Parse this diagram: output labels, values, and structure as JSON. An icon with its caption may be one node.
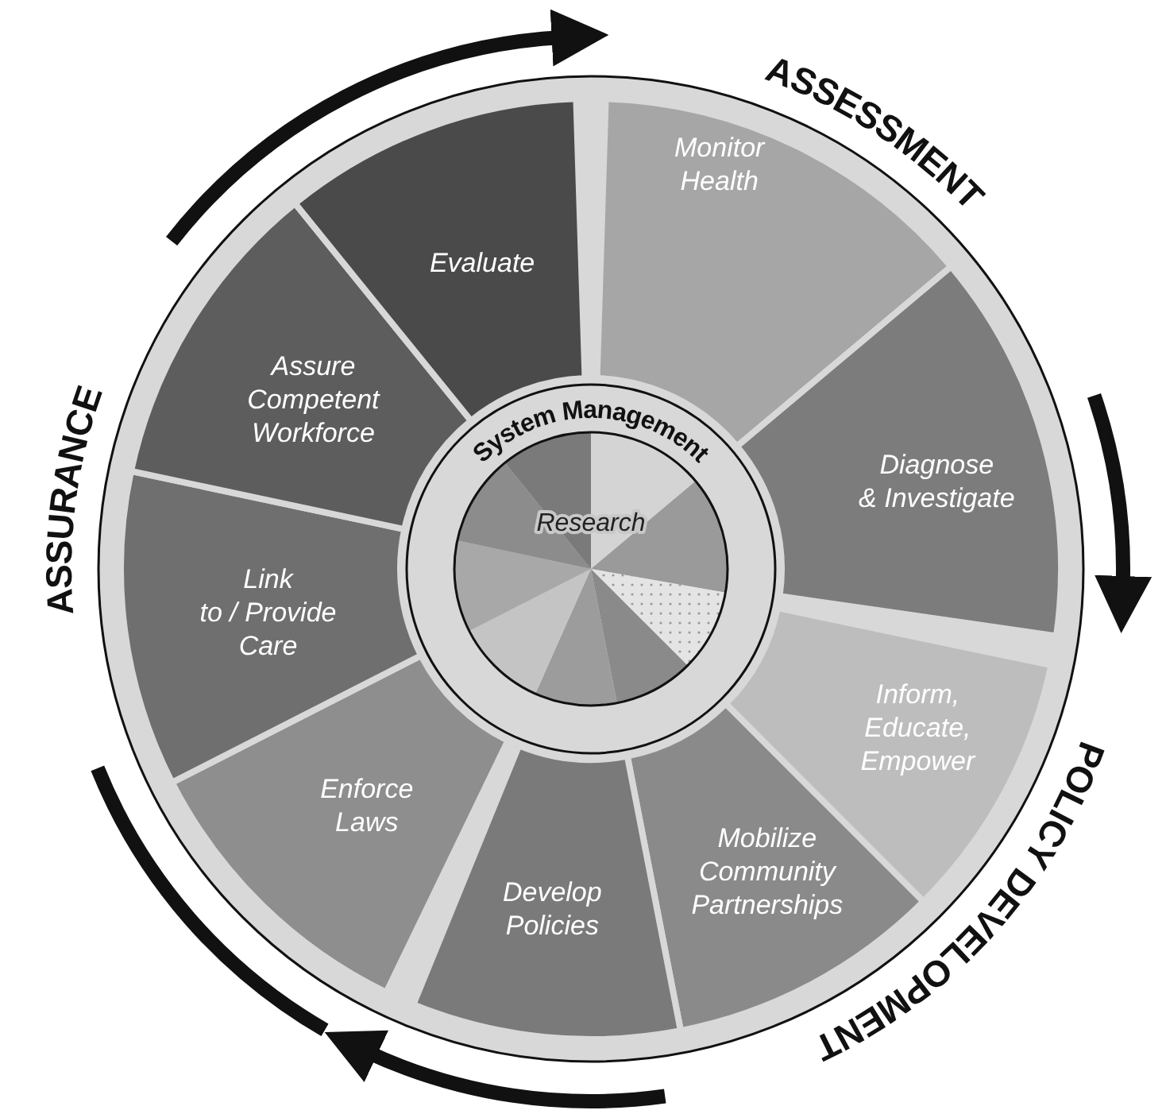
{
  "diagram": {
    "nodes": [
      {
        "text": [
          "Monitor Health"
        ]
      },
      {
        "text": [
          "Diagnose & Investigate"
        ]
      },
      {
        "text": [
          "Inform, Educate, Empower"
        ]
      },
      {
        "text": [
          "Mobilize Community Partnerships"
        ]
      },
      {
        "text": [
          "Develop Policies"
        ]
      },
      {
        "text": [
          "Enforce Laws"
        ]
      },
      {
        "text": [
          "Link to / Provide Care"
        ]
      },
      {
        "text": [
          "Assure Competent Workforce"
        ]
      },
      {
        "text": [
          "Evaluate"
        ]
      },
      {
        "text": [
          "System Management"
        ]
      },
      {
        "text": [
          "Research"
        ],
        "in": 9
      }
    ],
    "labels": [
      "ASSESSMENT",
      "POLICY DEVELOPMENT",
      "ASSURANCE"
    ]
  }
}
